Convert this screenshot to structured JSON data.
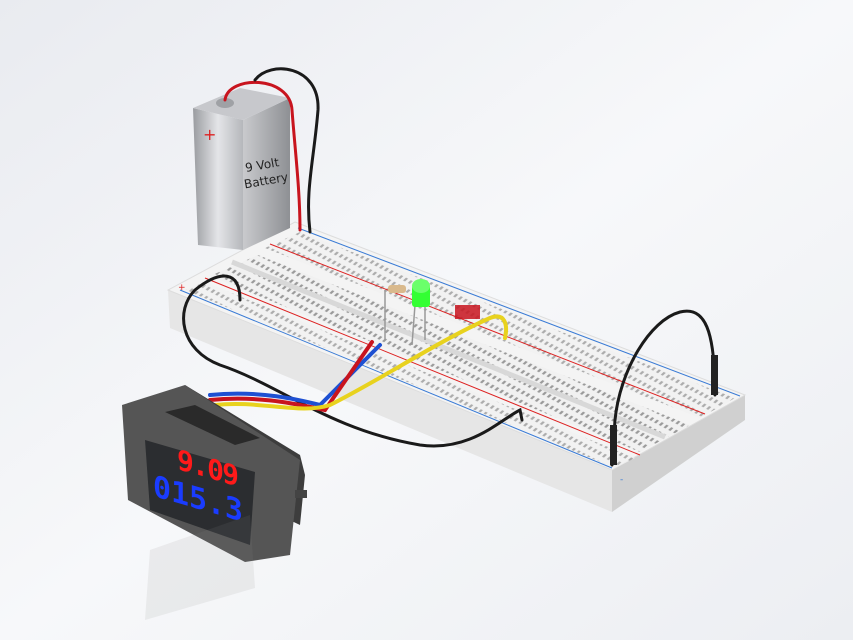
{
  "battery": {
    "label_line1": "9 Volt",
    "label_line2": "Battery",
    "polarity": "+"
  },
  "meter": {
    "voltage_reading": "9.09",
    "current_reading": "015.3",
    "voltage_color": "#ff1a1a",
    "current_color": "#1a3cff"
  },
  "breadboard": {
    "rail_plus": "+",
    "rail_minus": "-"
  },
  "colors": {
    "led": "#33ff33",
    "wire_red": "#c8141e",
    "wire_black": "#1a1a1a",
    "wire_yellow": "#e8d21e",
    "wire_blue": "#1e50d2"
  }
}
